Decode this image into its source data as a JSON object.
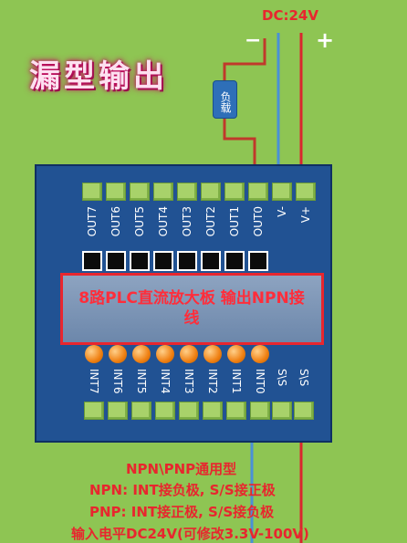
{
  "title": "漏型输出",
  "power": {
    "label": "DC:24V",
    "minus": "−",
    "plus": "+"
  },
  "load_label": "负载",
  "outputs": [
    "OUT7",
    "OUT6",
    "OUT5",
    "OUT4",
    "OUT3",
    "OUT2",
    "OUT1",
    "OUT0",
    "V-",
    "V+"
  ],
  "inputs": [
    "INT7",
    "INT6",
    "INT5",
    "INT4",
    "INT3",
    "INT2",
    "INT1",
    "INT0",
    "S\\S",
    "S\\S"
  ],
  "banner": "8路PLC直流放大板 输出NPN接线",
  "notes": [
    "NPN\\PNP通用型",
    "NPN: INT接负极, S/S接正极",
    "PNP: INT接正极, S/S接负极",
    "输入电平DC24V(可修改3.3V-100V)"
  ],
  "colors": {
    "background": "#8ec553",
    "board": "#215293",
    "wire_red": "#d9272e",
    "wire_blue": "#4a90d6",
    "banner": "#e8262e"
  }
}
